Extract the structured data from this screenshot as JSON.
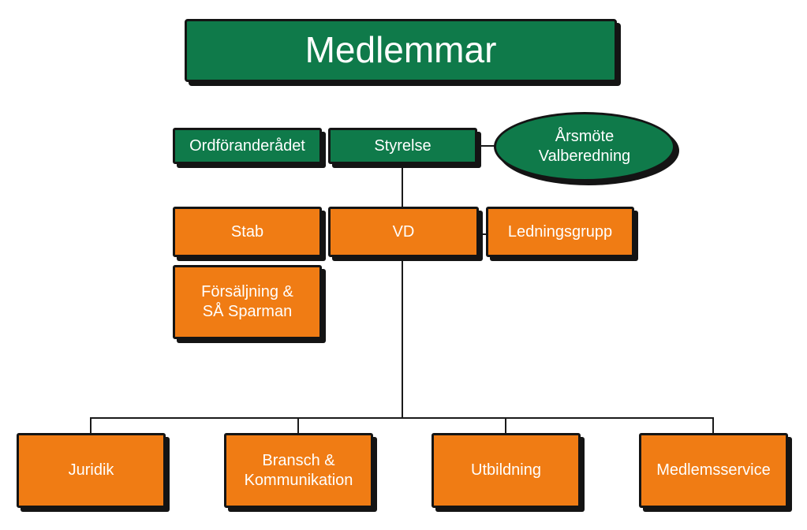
{
  "chart": {
    "top": "Medlemmar",
    "board_row": {
      "left": "Ordföranderådet",
      "center": "Styrelse",
      "right_line1": "Årsmöte",
      "right_line2": "Valberedning"
    },
    "management_row": {
      "left": "Stab",
      "center": "VD",
      "right": "Ledningsgrupp"
    },
    "sales": {
      "line1": "Försäljning &",
      "line2": "SÅ Sparman"
    },
    "departments": {
      "juridik": "Juridik",
      "bransch_line1": "Bransch &",
      "bransch_line2": "Kommunikation",
      "utbildning": "Utbildning",
      "medlemsservice": "Medlemsservice"
    }
  },
  "colors": {
    "green": "#0f7a4a",
    "orange": "#f07c14",
    "border": "#141414"
  }
}
